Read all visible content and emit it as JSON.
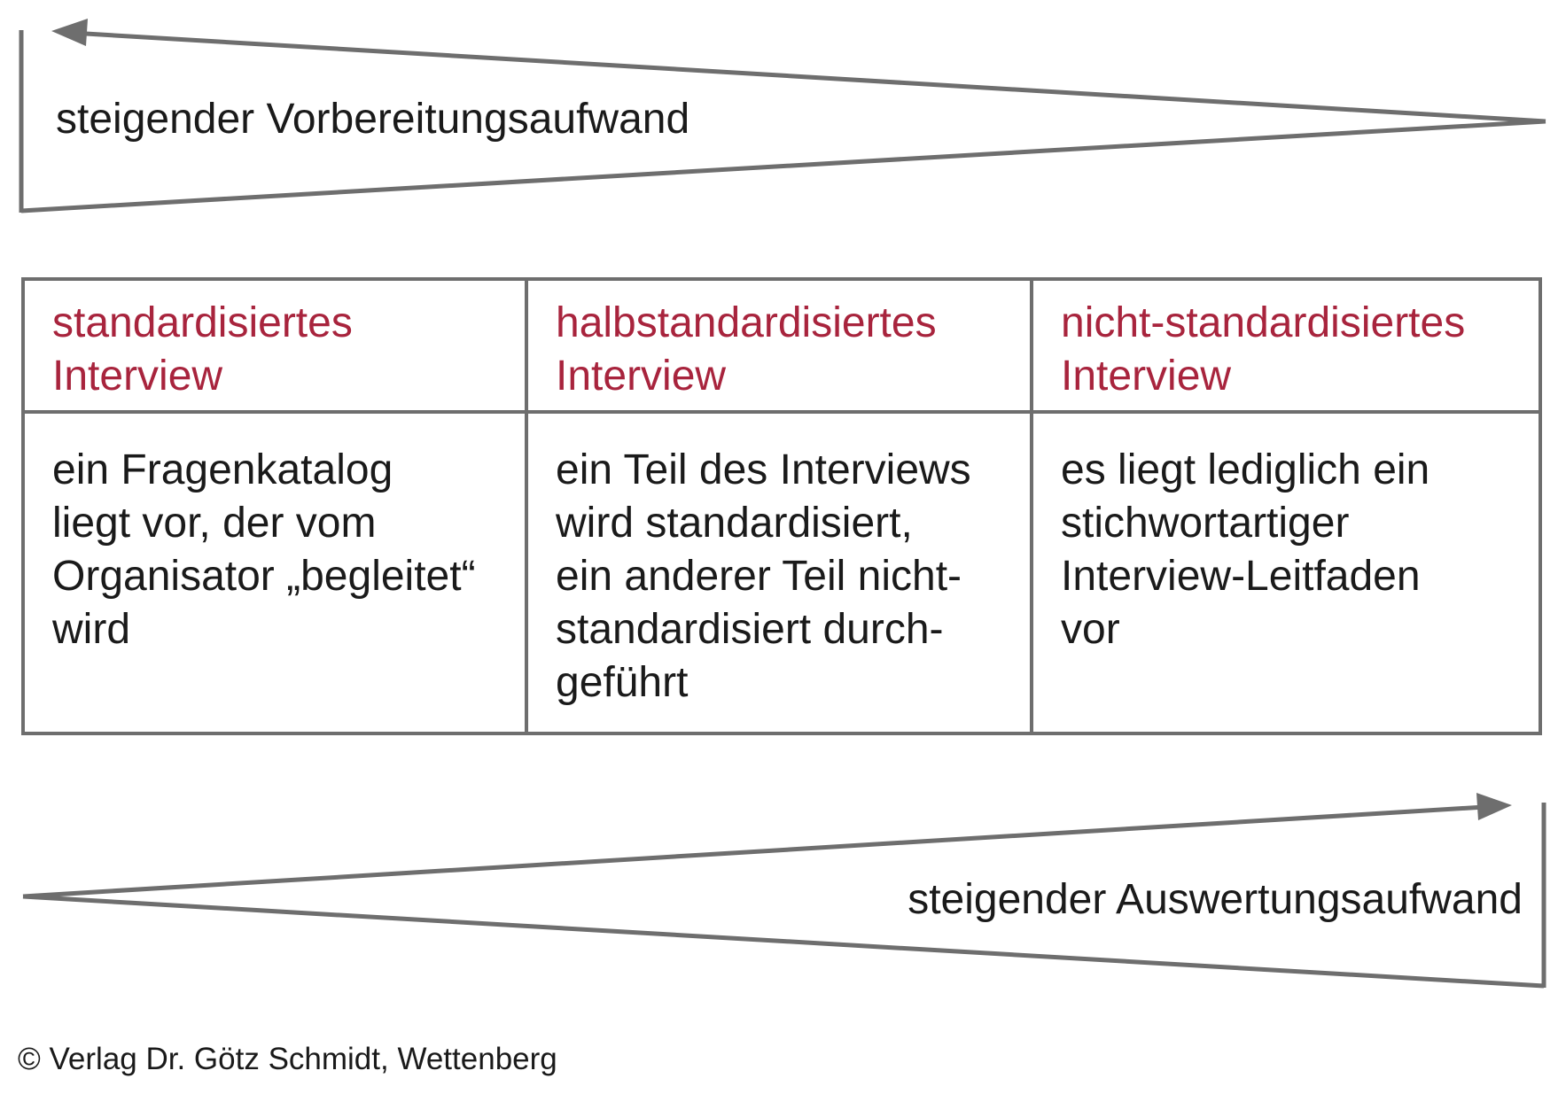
{
  "top_wedge": {
    "label": "steigender Vorbereitungsaufwand",
    "direction": "left"
  },
  "bottom_wedge": {
    "label": "steigender Auswertungsaufwand",
    "direction": "right"
  },
  "colors": {
    "line": "#6e6e6e",
    "header_text": "#a8243d",
    "body_text": "#1a1a1a"
  },
  "columns": [
    {
      "header_line1": "standardisiertes",
      "header_line2": "Interview",
      "body": "ein Fragenkatalog\nliegt vor, der vom\nOrganisator „begleitet“\nwird"
    },
    {
      "header_line1": "halbstandardisiertes",
      "header_line2": "Interview",
      "body": "ein Teil des Interviews\nwird standardisiert,\nein anderer Teil nicht-\nstandardisiert durch-\ngeführt"
    },
    {
      "header_line1": "nicht-standardisiertes",
      "header_line2": "Interview",
      "body": "es liegt lediglich ein\nstichwortartiger\nInterview-Leitfaden\nvor"
    }
  ],
  "copyright": "© Verlag Dr. Götz Schmidt, Wettenberg"
}
